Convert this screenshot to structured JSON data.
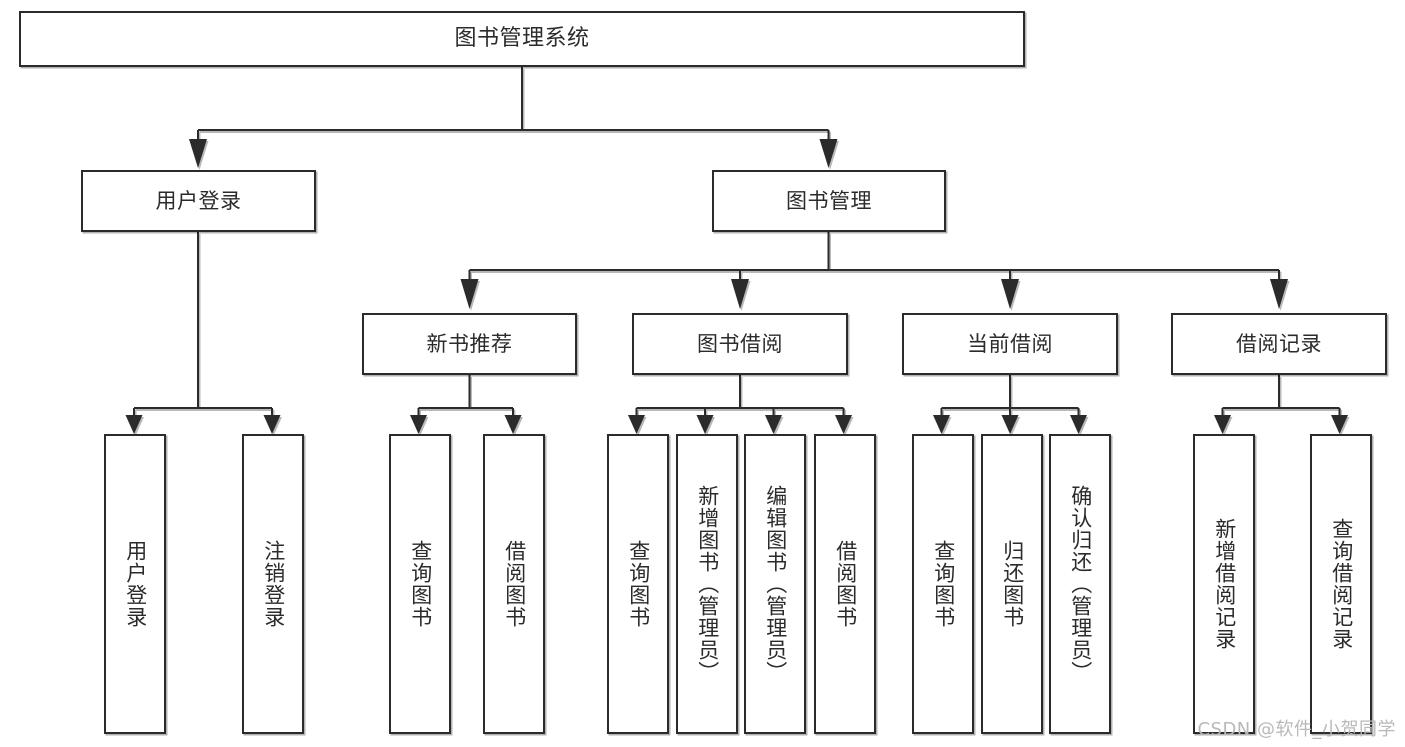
{
  "diagram": {
    "title": "图书管理系统",
    "type": "hierarchy-tree",
    "watermark": "CSDN @软件_小贺同学",
    "colors": {
      "box_border": "#2b2b2b",
      "box_fill": "#ffffff",
      "connector": "#2b2b2b",
      "text": "#2b2b2b",
      "watermark": "#b9b9b9",
      "background": "#ffffff"
    }
  },
  "nodes": {
    "root": {
      "label": "图书管理系统"
    },
    "level2": [
      {
        "label": "用户登录"
      },
      {
        "label": "图书管理"
      }
    ],
    "level3": [
      {
        "label": "新书推荐"
      },
      {
        "label": "图书借阅"
      },
      {
        "label": "当前借阅"
      },
      {
        "label": "借阅记录"
      }
    ],
    "leaves": {
      "user_login": [
        {
          "label": "用户登录"
        },
        {
          "label": "注销登录"
        }
      ],
      "new_book_recommend": [
        {
          "label": "查询图书"
        },
        {
          "label": "借阅图书"
        }
      ],
      "book_borrow": [
        {
          "label": "查询图书"
        },
        {
          "label": "新增图书（管理员）"
        },
        {
          "label": "编辑图书（管理员）"
        },
        {
          "label": "借阅图书"
        }
      ],
      "current_borrow": [
        {
          "label": "查询图书"
        },
        {
          "label": "归还图书"
        },
        {
          "label": "确认归还（管理员）"
        }
      ],
      "borrow_record": [
        {
          "label": "新增借阅记录"
        },
        {
          "label": "查询借阅记录"
        }
      ]
    }
  }
}
